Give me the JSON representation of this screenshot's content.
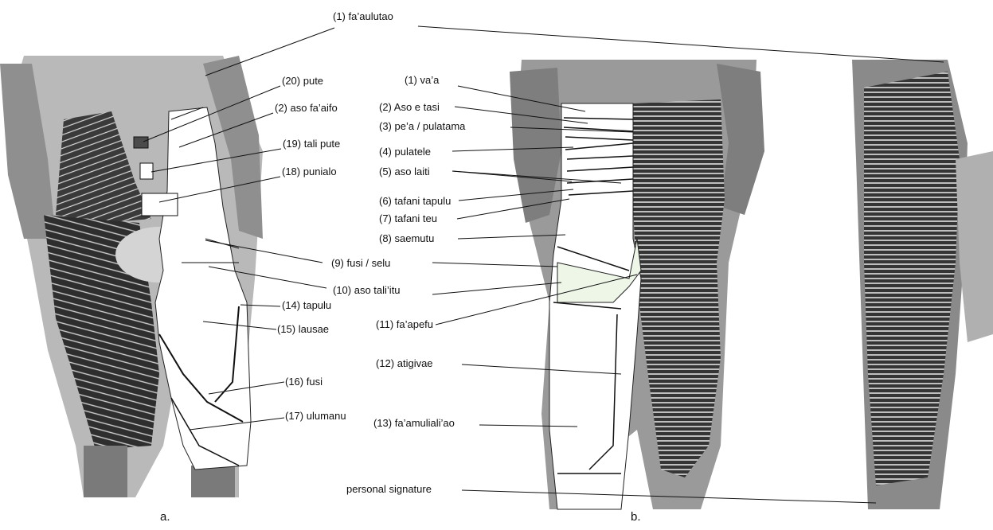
{
  "figure": {
    "panels": [
      {
        "id": "a",
        "letter": "a."
      },
      {
        "id": "b",
        "letter": "b."
      }
    ],
    "labels": [
      {
        "key": "l1",
        "text": "(1) fa’aulutao"
      },
      {
        "key": "l20",
        "text": "(20) pute"
      },
      {
        "key": "l2a",
        "text": "(2) aso fa’aifo"
      },
      {
        "key": "l19",
        "text": "(19) tali pute"
      },
      {
        "key": "l18",
        "text": "(18) punialo"
      },
      {
        "key": "l1b",
        "text": "(1) va’a"
      },
      {
        "key": "l2b",
        "text": "(2) Aso e tasi"
      },
      {
        "key": "l3",
        "text": "(3) pe’a / pulatama"
      },
      {
        "key": "l4",
        "text": "(4) pulatele"
      },
      {
        "key": "l5",
        "text": "(5) aso laiti"
      },
      {
        "key": "l6",
        "text": "(6) tafani tapulu"
      },
      {
        "key": "l7",
        "text": "(7) tafani teu"
      },
      {
        "key": "l8",
        "text": "(8) saemutu"
      },
      {
        "key": "l9",
        "text": "(9) fusi / selu"
      },
      {
        "key": "l10",
        "text": "(10) aso tali’itu"
      },
      {
        "key": "l14",
        "text": "(14) tapulu"
      },
      {
        "key": "l15",
        "text": "(15) lausae"
      },
      {
        "key": "l11",
        "text": "(11) fa’apefu"
      },
      {
        "key": "l12",
        "text": "(12) atigivae"
      },
      {
        "key": "l16",
        "text": "(16) fusi"
      },
      {
        "key": "l17",
        "text": "(17) ulumanu"
      },
      {
        "key": "l13",
        "text": "(13) fa’amuliali’ao"
      },
      {
        "key": "lsig",
        "text": "personal signature"
      }
    ]
  },
  "colors": {
    "ink": "#111111",
    "skin": "#b9b9b9",
    "tattoo": "#2b2b2b",
    "diagram_fill": "#ffffff",
    "highlight": "#eef6e8"
  }
}
